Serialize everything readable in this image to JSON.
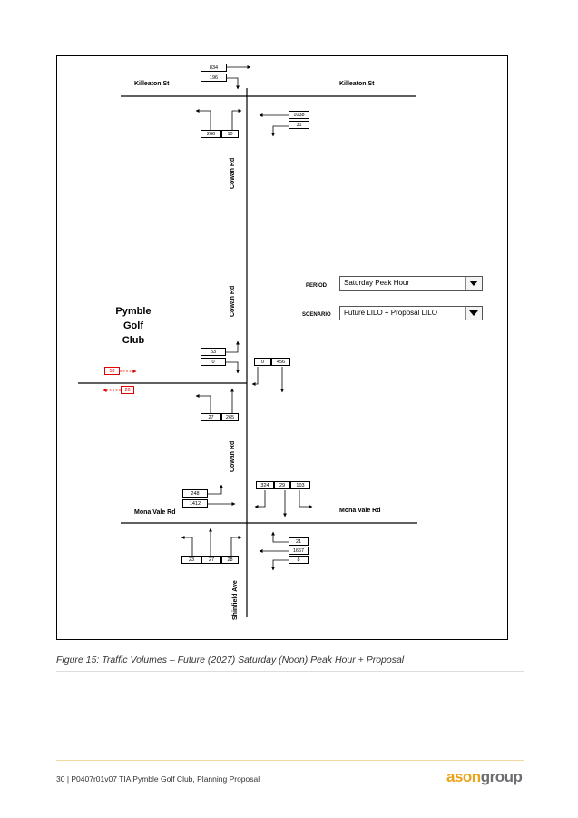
{
  "roads": {
    "killeaton_left": "Killeaton St",
    "killeaton_right": "Killeaton St",
    "cowan_1": "Cowan Rd",
    "cowan_2": "Cowan Rd",
    "cowan_3": "Cowan Rd",
    "mona_left": "Mona Vale Rd",
    "mona_right": "Mona Vale Rd",
    "shinfield": "Shinfield Ave"
  },
  "club": {
    "line1": "Pymble",
    "line2": "Golf",
    "line3": "Club"
  },
  "controls": {
    "period_label": "PERIOD",
    "period_value": "Saturday Peak Hour",
    "scenario_label": "SCENARIO",
    "scenario_value": "Future LILO + Proposal LILO"
  },
  "volumes": {
    "k_top_1": "834",
    "k_top_2": "196",
    "k_bot_1": "266",
    "k_bot_2": "10",
    "k_right_1": "1038",
    "k_right_2": "31",
    "c_left_1": "53",
    "c_left_2": "0",
    "c_right_1": "0",
    "c_right_2": "456",
    "c_bot_1": "27",
    "c_bot_2": "265",
    "club_out": "53",
    "club_in": "26",
    "m_left_1": "248",
    "m_left_2": "1412",
    "m_top_1": "324",
    "m_top_2": "29",
    "m_top_3": "103",
    "m_right_1": "21",
    "m_right_2": "1667",
    "m_right_3": "8",
    "m_bot_1": "23",
    "m_bot_2": "27",
    "m_bot_3": "28"
  },
  "caption": "Figure 15: Traffic Volumes – Future (2027) Saturday (Noon) Peak Hour + Proposal",
  "footer": {
    "text": "30 | P0407r01v07 TIA Pymble Golf Club, Planning Proposal",
    "logo_a": "ason",
    "logo_b": "group"
  },
  "colors": {
    "logo_orange": "#e8a317",
    "logo_grey": "#6d6e71",
    "new_movement": "#e00000"
  }
}
